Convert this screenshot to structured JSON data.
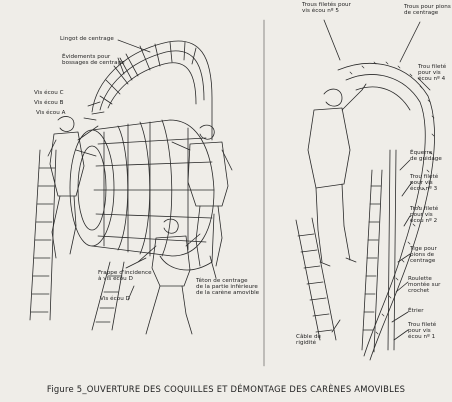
{
  "caption": "Figure 5_OUVERTURE DES COQUILLES ET DÉMONTAGE DES CARÈNES AMOVIBLES",
  "left_figure": {
    "labels": {
      "lingot": "Lingot de centrage",
      "evidements": "Évidements pour\nbossages de centrage",
      "vis_c": "Vis écou C",
      "vis_b": "Vis écou B",
      "vis_a": "Vis écou A",
      "frappe": "Frappe d'incidence\nà vis écou D",
      "vis_d": "Vis écou D",
      "teton": "Têton de centrage\nde la partie inférieure\nde la carène amovible"
    }
  },
  "right_figure": {
    "labels": {
      "trous_filetes_top": "Trous filetés pour\nvis écou nº 5",
      "trous_pions": "Trous pour pions\nde centrage",
      "trou_4": "Trou fileté\npour vis\nécou nº 4",
      "equerre": "Équerre\nde guidage",
      "trou_3": "Trou fileté\npour vis\nécou nº 3",
      "trou_2": "Trou fileté\npour vis\nécou nº 2",
      "tige": "Tige pour\npions de\ncentrage",
      "rouleaux": "Roulette\nmontée sur\ncrochet",
      "etrier": "Étrier",
      "trou_1": "Trou fileté\npour vis\nécou nº 1",
      "cable": "Câble de\nrigidité"
    }
  }
}
